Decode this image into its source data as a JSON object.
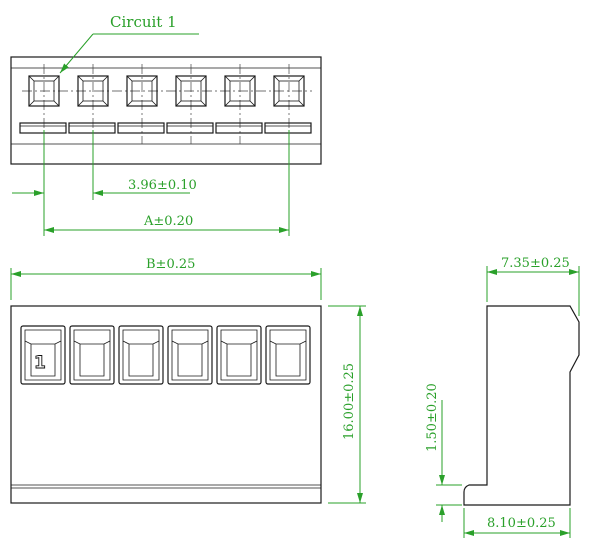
{
  "callout": {
    "circuit_label": "Circuit 1"
  },
  "top_view": {
    "pitch_dim": "3.96±0.10",
    "a_dim": "A±0.20"
  },
  "front_view": {
    "b_dim": "B±0.25",
    "height_dim": "16.00±0.25",
    "pin_number": "1"
  },
  "side_view": {
    "width_dim": "7.35±0.25",
    "base_dim": "8.10±0.25",
    "step_dim": "1.50±0.20"
  },
  "colors": {
    "dimension": "#2aa02a",
    "outline": "#1a1a1a"
  }
}
